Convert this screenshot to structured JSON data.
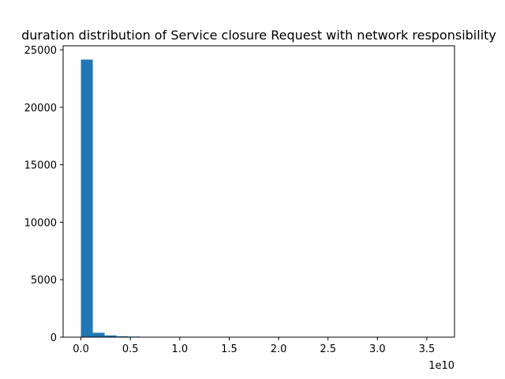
{
  "chart_data": {
    "type": "bar",
    "title": "duration distribution of Service closure Request with network responsibility",
    "xlabel": "",
    "ylabel": "",
    "x_offset_label": "1e10",
    "bar_color": "#1f77b4",
    "bin_width": 1200000000,
    "bins": [
      {
        "x_start": 0,
        "count": 24150
      },
      {
        "x_start": 1200000000,
        "count": 380
      },
      {
        "x_start": 2400000000,
        "count": 150
      },
      {
        "x_start": 3600000000,
        "count": 80
      },
      {
        "x_start": 4800000000,
        "count": 50
      },
      {
        "x_start": 6000000000,
        "count": 20
      },
      {
        "x_start": 7200000000,
        "count": 12
      },
      {
        "x_start": 8400000000,
        "count": 8
      },
      {
        "x_start": 9600000000,
        "count": 6
      },
      {
        "x_start": 10800000000,
        "count": 5
      },
      {
        "x_start": 12000000000,
        "count": 4
      },
      {
        "x_start": 13200000000,
        "count": 3
      },
      {
        "x_start": 14400000000,
        "count": 3
      },
      {
        "x_start": 15600000000,
        "count": 2
      },
      {
        "x_start": 16800000000,
        "count": 2
      },
      {
        "x_start": 18000000000,
        "count": 2
      },
      {
        "x_start": 19200000000,
        "count": 1
      },
      {
        "x_start": 20400000000,
        "count": 1
      },
      {
        "x_start": 21600000000,
        "count": 1
      },
      {
        "x_start": 22800000000,
        "count": 1
      },
      {
        "x_start": 24000000000,
        "count": 1
      },
      {
        "x_start": 25200000000,
        "count": 1
      },
      {
        "x_start": 26400000000,
        "count": 0
      },
      {
        "x_start": 27600000000,
        "count": 1
      },
      {
        "x_start": 28800000000,
        "count": 0
      },
      {
        "x_start": 30000000000,
        "count": 1
      },
      {
        "x_start": 31200000000,
        "count": 0
      },
      {
        "x_start": 32400000000,
        "count": 0
      },
      {
        "x_start": 33600000000,
        "count": 1
      },
      {
        "x_start": 34800000000,
        "count": 1
      }
    ],
    "xlim": [
      -1800000000,
      37800000000
    ],
    "ylim": [
      0,
      25350
    ],
    "x_ticks": [
      {
        "value": 0,
        "label": "0.0"
      },
      {
        "value": 5000000000,
        "label": "0.5"
      },
      {
        "value": 10000000000,
        "label": "1.0"
      },
      {
        "value": 15000000000,
        "label": "1.5"
      },
      {
        "value": 20000000000,
        "label": "2.0"
      },
      {
        "value": 25000000000,
        "label": "2.5"
      },
      {
        "value": 30000000000,
        "label": "3.0"
      },
      {
        "value": 35000000000,
        "label": "3.5"
      }
    ],
    "y_ticks": [
      {
        "value": 0,
        "label": "0"
      },
      {
        "value": 5000,
        "label": "5000"
      },
      {
        "value": 10000,
        "label": "10000"
      },
      {
        "value": 15000,
        "label": "15000"
      },
      {
        "value": 20000,
        "label": "20000"
      },
      {
        "value": 25000,
        "label": "25000"
      }
    ],
    "grid": false,
    "legend": "none"
  }
}
